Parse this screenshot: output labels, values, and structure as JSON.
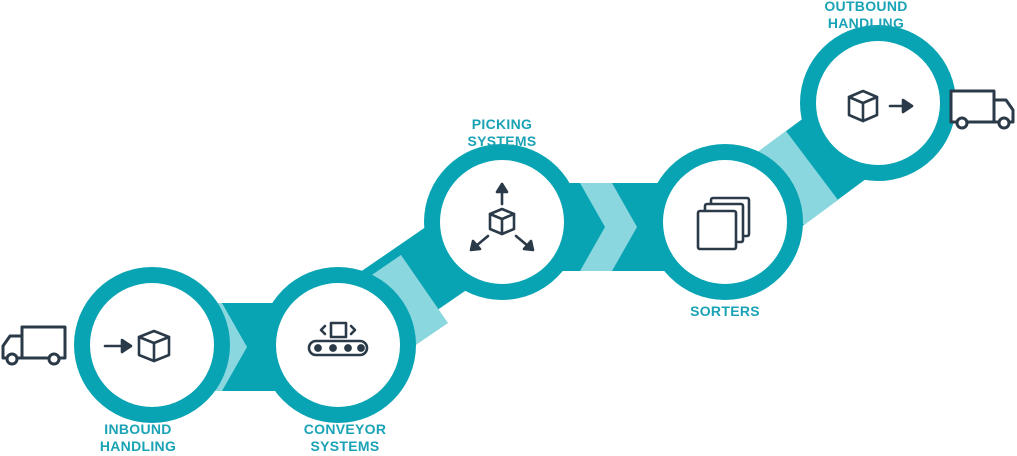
{
  "colors": {
    "primary": "#08a4b3",
    "light": "#8ad7df",
    "icon": "#2b3a48",
    "label": "#1aa3b5"
  },
  "steps": [
    {
      "line1": "INBOUND",
      "line2": "HANDLING",
      "icon": "arrow-into-box-icon"
    },
    {
      "line1": "CONVEYOR",
      "line2": "SYSTEMS",
      "icon": "conveyor-icon"
    },
    {
      "line1": "PICKING",
      "line2": "SYSTEMS",
      "icon": "picking-arrows-icon"
    },
    {
      "line1": "SORTERS",
      "line2": "",
      "icon": "stacked-sheets-icon"
    },
    {
      "line1": "OUTBOUND",
      "line2": "HANDLING",
      "icon": "box-arrow-out-icon"
    }
  ],
  "trucks": [
    {
      "name": "inbound-truck",
      "icon": "truck-icon"
    },
    {
      "name": "outbound-truck",
      "icon": "truck-icon"
    }
  ]
}
